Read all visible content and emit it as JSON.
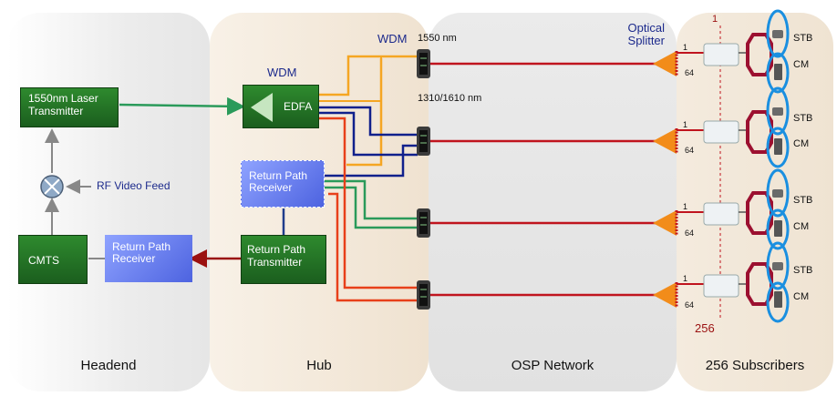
{
  "panels": {
    "headend": "Headend",
    "hub": "Hub",
    "osp": "OSP Network",
    "subscribers": "256 Subscribers"
  },
  "headend": {
    "laser": "1550nm Laser Transmitter",
    "rf_feed": "RF Video Feed",
    "cmts": "CMTS",
    "return_receiver": "Return Path Receiver"
  },
  "hub": {
    "wdm_label": "WDM",
    "edfa": "EDFA",
    "return_receiver": "Return Path Receiver",
    "return_transmitter": "Return Path Transmitter"
  },
  "osp": {
    "wdm_label": "WDM",
    "lambda_down": "1550 nm",
    "lambda_up": "1310/1610 nm",
    "splitter_label": "Optical Splitter"
  },
  "subscribers": {
    "port_first": "1",
    "port_last": "64",
    "index_first": "1",
    "index_last": "256",
    "stb": "STB",
    "cm": "CM"
  },
  "colors": {
    "green_box": "#1f6b22",
    "blue_box": "#5b6fe6",
    "fiber_red": "#c0141e",
    "fiber_orange": "#f5a623",
    "fiber_navy": "#10208c",
    "fiber_green": "#2a9a5a",
    "fiber_redorange": "#e8401a",
    "splitter": "#f28c1a",
    "ellipse": "#1a8fe0",
    "ont_ring": "#9c1030"
  }
}
